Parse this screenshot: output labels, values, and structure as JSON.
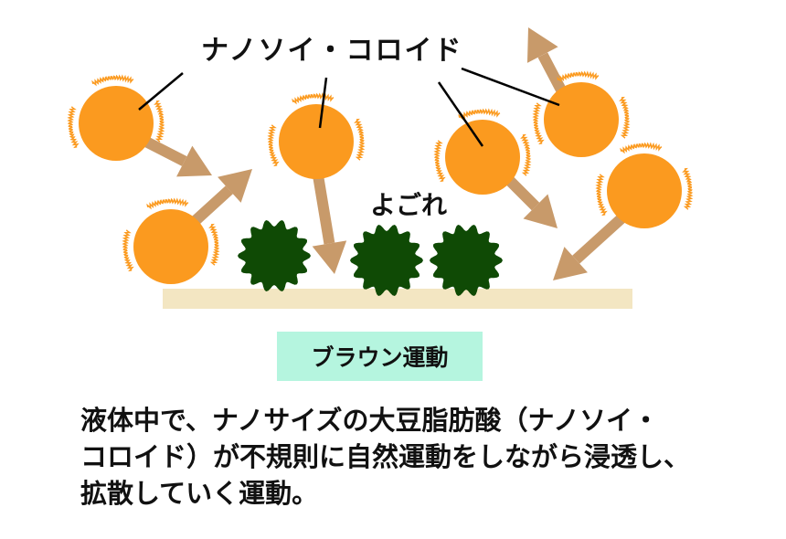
{
  "title": "ナノソイ・コロイド",
  "dirt_label": "よごれ",
  "box_label": "ブラウン運動",
  "description": [
    "液体中で、ナノサイズの大豆脂肪酸（ナノソイ・",
    "コロイド）が不規則に自然運動をしながら浸透し、",
    "拡散していく運動。"
  ],
  "colors": {
    "particle": "#fb9a1f",
    "arrow": "#c89a6a",
    "dirt": "#0f4a05",
    "surface": "#f3e6c2",
    "box": "#b5f5df"
  }
}
